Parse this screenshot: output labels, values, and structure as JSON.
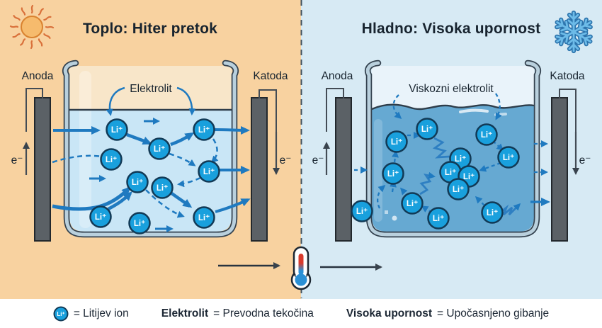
{
  "header": {
    "left_title": "Toplo: Hiter pretok",
    "right_title": "Hladno: Visoka upornost"
  },
  "ion_symbol": "Li⁺",
  "left_panel": {
    "anode_label": "Anoda",
    "cathode_label": "Katoda",
    "electron_label": "e⁻",
    "electrolyte_label": "Elektrolit",
    "ions": [
      [
        165,
        183
      ],
      [
        288,
        183
      ],
      [
        225,
        210
      ],
      [
        157,
        225
      ],
      [
        194,
        257
      ],
      [
        229,
        265
      ],
      [
        295,
        242
      ],
      [
        142,
        306
      ],
      [
        197,
        315
      ],
      [
        288,
        307
      ]
    ]
  },
  "right_panel": {
    "anode_label": "Anoda",
    "cathode_label": "Katoda",
    "electron_label": "e⁻",
    "electrolyte_label": "Viskozni elektrolit",
    "ions": [
      [
        560,
        200
      ],
      [
        603,
        182
      ],
      [
        687,
        190
      ],
      [
        650,
        224
      ],
      [
        718,
        222
      ],
      [
        555,
        245
      ],
      [
        636,
        243
      ],
      [
        662,
        249
      ],
      [
        647,
        267
      ],
      [
        582,
        287
      ],
      [
        619,
        308
      ],
      [
        695,
        300
      ],
      [
        511,
        298
      ]
    ]
  },
  "legend": {
    "items": [
      {
        "term": "",
        "desc": "= Litijev ion"
      },
      {
        "term": "Elektrolit",
        "desc": "= Prevodna tekočina"
      },
      {
        "term": "Visoka upornost",
        "desc": "= Upočasnjeno gibanje"
      }
    ]
  },
  "colors": {
    "warm_bg": "#f8d2a0",
    "cold_bg": "#d7eaf4",
    "ion_fill": "#19a0dd",
    "arrow_blue": "#1f7ac0",
    "water_warm": "#c9e6f6",
    "water_cold": "#66a9d2",
    "electrode": "#5b6166",
    "sun": "#f6bb6d",
    "snowflake": "#6dbbe8",
    "thermometer_red": "#d93a2c",
    "thermometer_blue": "#2b90d5"
  }
}
